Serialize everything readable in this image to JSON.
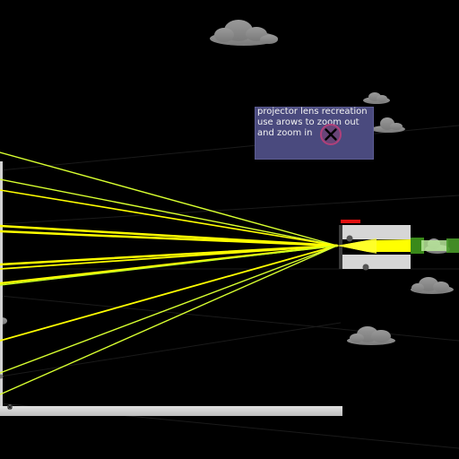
{
  "window": {
    "title": ""
  },
  "info_panel": {
    "lines": [
      "projector lens recreation",
      "use arows to zoom out",
      "and zoom in"
    ],
    "close_icon": "close-x-icon"
  },
  "colors": {
    "background": "#000000",
    "beam": "#ffff00",
    "ray": "#d8ff30",
    "screen": "#d6d6d6",
    "cloud": "#8e8e8e",
    "panel": "#4a4a7e",
    "close_ring": "#b0407a",
    "marker": "#e01010",
    "lens": "#3a8a1a"
  }
}
